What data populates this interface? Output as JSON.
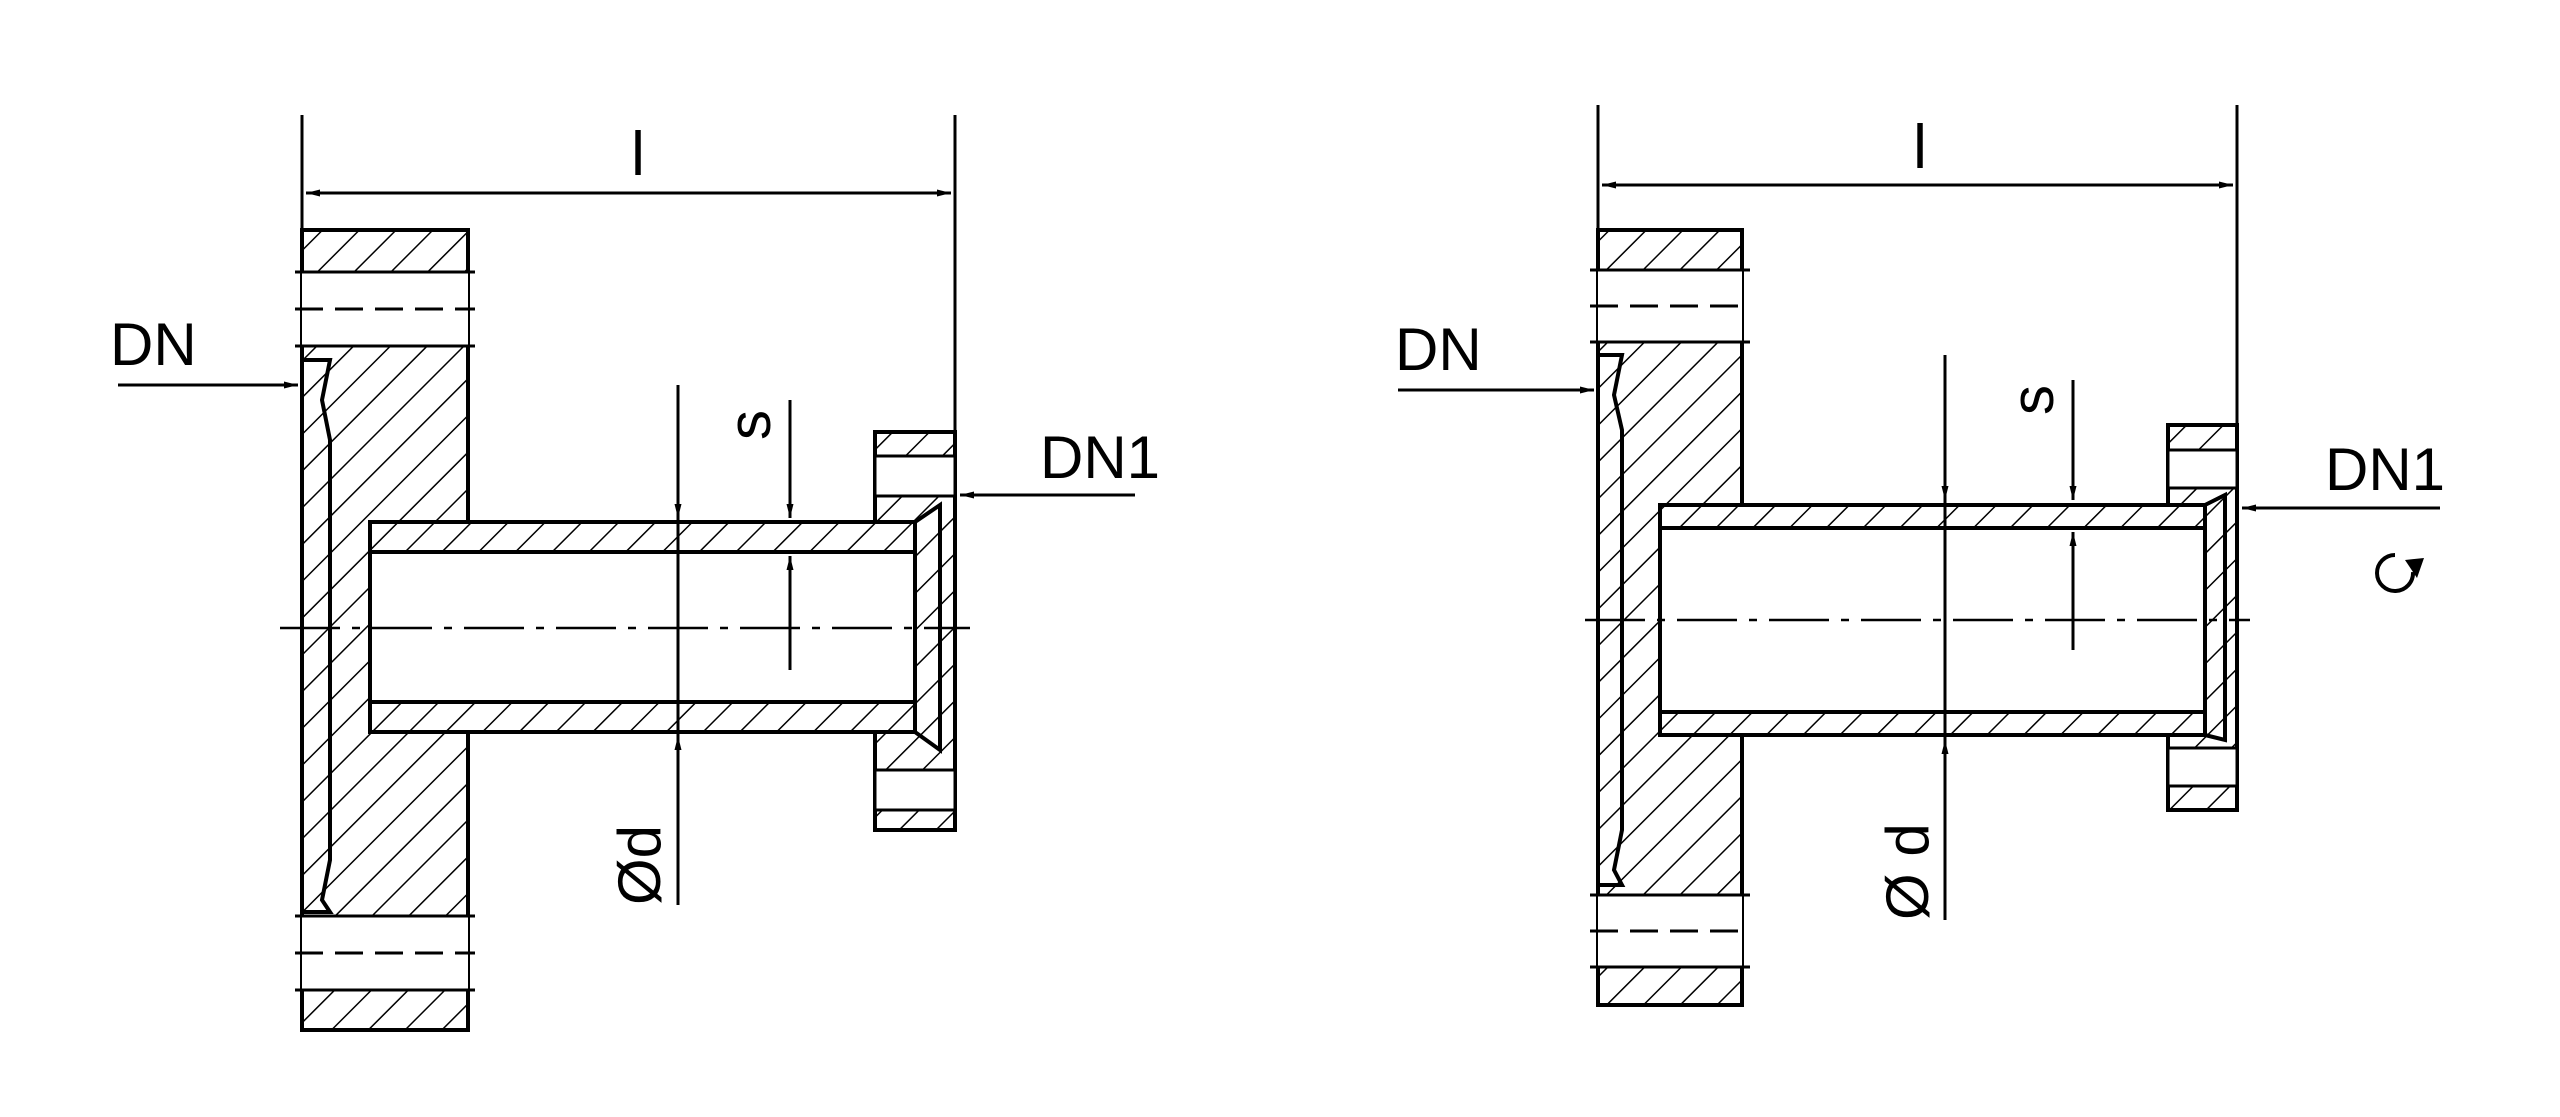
{
  "left_view": {
    "length_label": "l",
    "flange_label": "DN",
    "small_flange_label": "DN1",
    "wall_label": "s",
    "diameter_label": "Ød"
  },
  "right_view": {
    "length_label": "l",
    "flange_label": "DN",
    "small_flange_label": "DN1",
    "wall_label": "s",
    "diameter_label": "Ø d",
    "rotation_icon": "rotation-arrow-icon"
  },
  "colors": {
    "line": "#000000",
    "background": "#ffffff"
  }
}
